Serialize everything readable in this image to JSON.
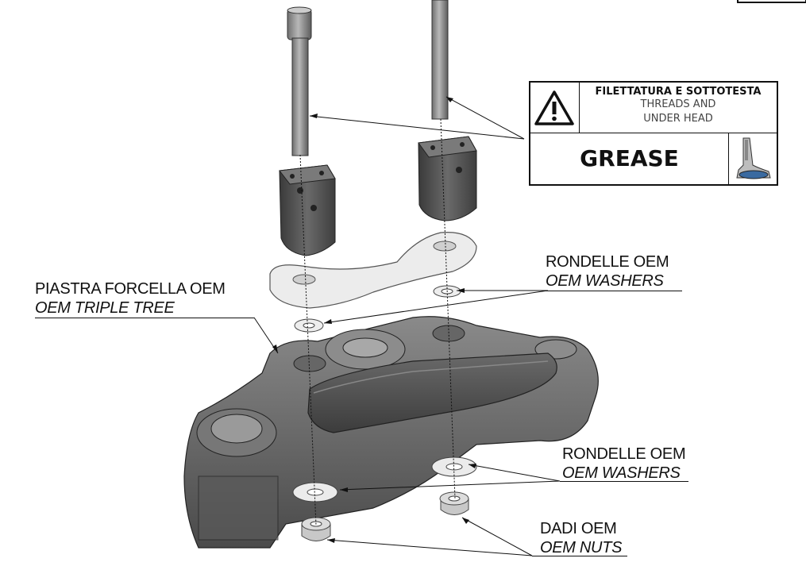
{
  "callouts": {
    "triple_tree": {
      "it": "PIASTRA FORCELLA OEM",
      "en": "OEM TRIPLE TREE"
    },
    "washers_upper": {
      "it": "RONDELLE OEM",
      "en": "OEM WASHERS"
    },
    "washers_lower": {
      "it": "RONDELLE OEM",
      "en": "OEM WASHERS"
    },
    "nuts": {
      "it": "DADI OEM",
      "en": "OEM NUTS"
    }
  },
  "grease_box": {
    "line1": "FILETTATURA E SOTTOTESTA",
    "line2": "THREADS AND",
    "line3": "UNDER HEAD",
    "grease": "GREASE",
    "warning_icon": "warning-triangle-icon",
    "tube_icon": "grease-tube-icon"
  },
  "colors": {
    "part_dark": "#5a5a5a",
    "part_light": "#e6e6e6",
    "line": "#111111"
  }
}
